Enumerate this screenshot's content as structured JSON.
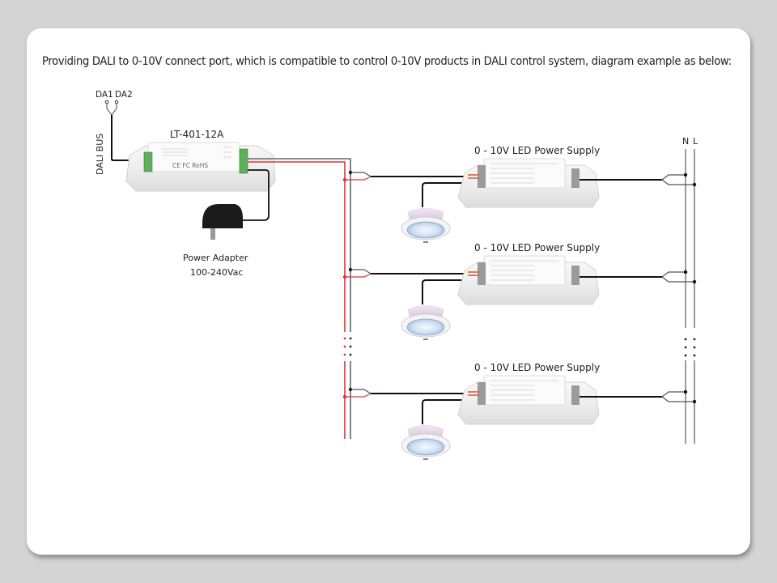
{
  "intro_text": "Providing DALI to 0-10V connect port, which is compatible to control 0-10V products in DALI control system, diagram example as below:",
  "dali_bus": {
    "label": "DALI BUS",
    "terminal_1": "DA1",
    "terminal_2": "DA2"
  },
  "controller": {
    "model": "LT-401-12A",
    "marks": "CE FC RoHS"
  },
  "power_adapter": {
    "label_line1": "Power Adapter",
    "label_line2": "100-240Vac"
  },
  "mains": {
    "neutral": "N",
    "live": "L"
  },
  "led_power_supplies": [
    {
      "label": "0 - 10V  LED Power Supply"
    },
    {
      "label": "0 - 10V  LED Power Supply"
    },
    {
      "label": "0 - 10V  LED Power Supply"
    }
  ],
  "colors": {
    "signal_positive": "#e0303a",
    "signal_negative": "#555555",
    "wire": "#111111",
    "mains_line": "#666666",
    "background": "#d4d4d4",
    "card": "#ffffff"
  }
}
